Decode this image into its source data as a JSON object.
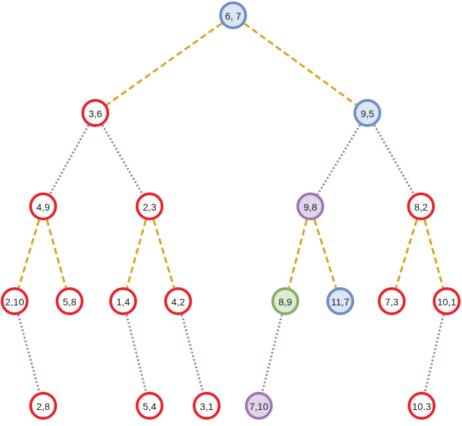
{
  "style": {
    "node_styles": {
      "red": {
        "fill": "#ffffff",
        "stroke": "#e5262c"
      },
      "blue": {
        "fill": "#dbe6f5",
        "stroke": "#6b8fc4"
      },
      "purple": {
        "fill": "#e3d5e9",
        "stroke": "#9e78b4"
      },
      "green": {
        "fill": "#dcebd2",
        "stroke": "#85b064"
      }
    },
    "edge_styles": {
      "dashed": "#d9a21a",
      "dotted": "#9e78b4"
    }
  },
  "tree": {
    "nodes": [
      {
        "id": "n67",
        "label": "6, 7",
        "style": "blue"
      },
      {
        "id": "n36",
        "label": "3,6",
        "style": "red"
      },
      {
        "id": "n95",
        "label": "9,5",
        "style": "blue"
      },
      {
        "id": "n49",
        "label": "4,9",
        "style": "red"
      },
      {
        "id": "n23",
        "label": "2,3",
        "style": "red"
      },
      {
        "id": "n98",
        "label": "9,8",
        "style": "purple"
      },
      {
        "id": "n82",
        "label": "8,2",
        "style": "red"
      },
      {
        "id": "n210",
        "label": "2,10",
        "style": "red"
      },
      {
        "id": "n58",
        "label": "5,8",
        "style": "red"
      },
      {
        "id": "n14",
        "label": "1,4",
        "style": "red"
      },
      {
        "id": "n42",
        "label": "4,2",
        "style": "red"
      },
      {
        "id": "n89",
        "label": "8,9",
        "style": "green"
      },
      {
        "id": "n117",
        "label": "11,7",
        "style": "blue"
      },
      {
        "id": "n73",
        "label": "7,3",
        "style": "red"
      },
      {
        "id": "n101",
        "label": "10,1",
        "style": "red"
      },
      {
        "id": "n28",
        "label": "2,8",
        "style": "red"
      },
      {
        "id": "n54",
        "label": "5,4",
        "style": "red"
      },
      {
        "id": "n31",
        "label": "3,1",
        "style": "red"
      },
      {
        "id": "n710",
        "label": "7,10",
        "style": "purple"
      },
      {
        "id": "n103",
        "label": "10.3",
        "style": "red"
      }
    ],
    "edges": [
      {
        "from": "n67",
        "to": "n36",
        "style": "dashed"
      },
      {
        "from": "n67",
        "to": "n95",
        "style": "dashed"
      },
      {
        "from": "n36",
        "to": "n49",
        "style": "dotted"
      },
      {
        "from": "n36",
        "to": "n23",
        "style": "dotted"
      },
      {
        "from": "n95",
        "to": "n98",
        "style": "dotted"
      },
      {
        "from": "n95",
        "to": "n82",
        "style": "dotted"
      },
      {
        "from": "n49",
        "to": "n210",
        "style": "dashed"
      },
      {
        "from": "n49",
        "to": "n58",
        "style": "dashed"
      },
      {
        "from": "n23",
        "to": "n14",
        "style": "dashed"
      },
      {
        "from": "n23",
        "to": "n42",
        "style": "dashed"
      },
      {
        "from": "n98",
        "to": "n89",
        "style": "dashed"
      },
      {
        "from": "n98",
        "to": "n117",
        "style": "dashed"
      },
      {
        "from": "n82",
        "to": "n73",
        "style": "dashed"
      },
      {
        "from": "n82",
        "to": "n101",
        "style": "dashed"
      },
      {
        "from": "n210",
        "to": "n28",
        "style": "dotted"
      },
      {
        "from": "n14",
        "to": "n54",
        "style": "dotted"
      },
      {
        "from": "n42",
        "to": "n31",
        "style": "dotted"
      },
      {
        "from": "n89",
        "to": "n710",
        "style": "dotted"
      },
      {
        "from": "n101",
        "to": "n103",
        "style": "dotted"
      }
    ]
  }
}
